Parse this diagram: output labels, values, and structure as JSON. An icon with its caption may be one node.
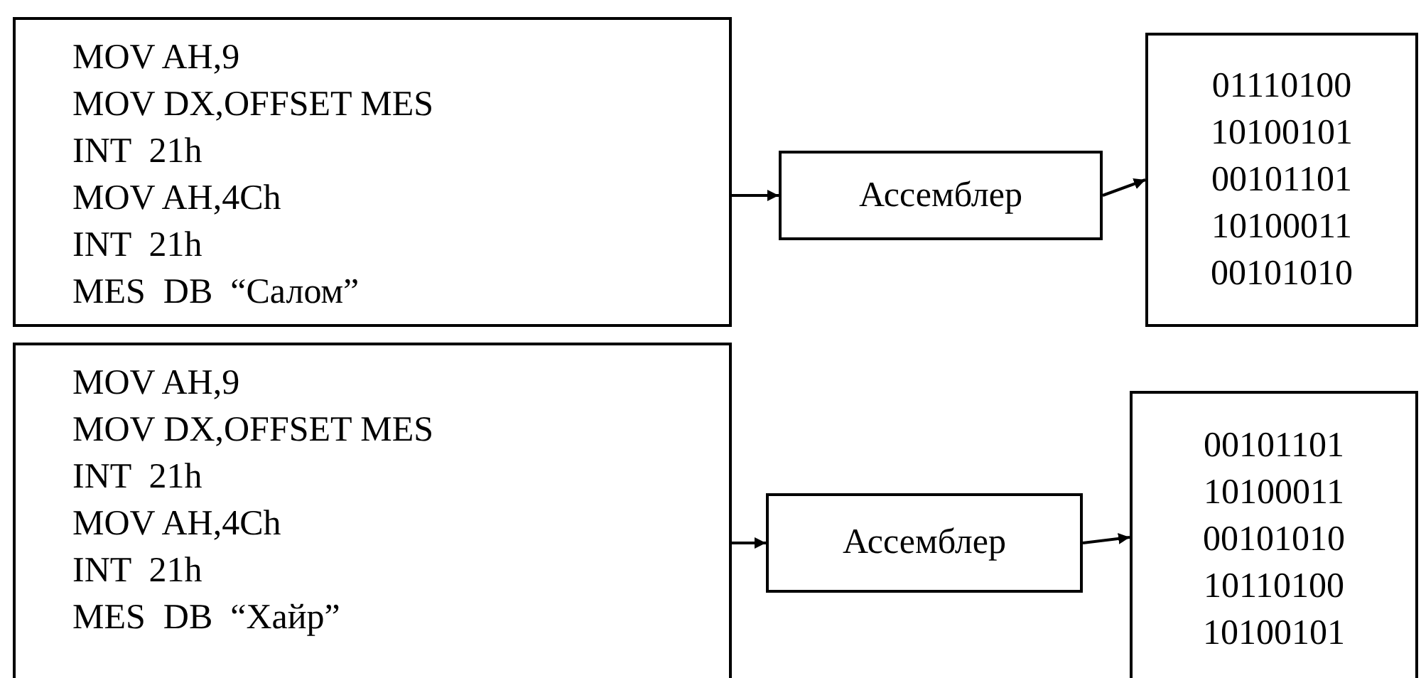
{
  "diagram": {
    "nodes": [
      {
        "text": [
          "MOV AH,9",
          "MOV DX,OFFSET MES",
          "INT  21h",
          "MOV AH,4Ch",
          "INT  21h",
          "MES  DB  “Салом”"
        ]
      },
      {
        "text": [
          "Ассемблер"
        ]
      },
      {
        "text": [
          "01110100",
          "10100101",
          "00101101",
          "10100011",
          "00101010"
        ]
      },
      {
        "text": [
          "MOV AH,9",
          "MOV DX,OFFSET MES",
          "INT  21h",
          "MOV AH,4Ch",
          "INT  21h",
          "MES  DB  “Хайр”"
        ]
      },
      {
        "text": [
          "Ассемблер"
        ]
      },
      {
        "text": [
          "00101101",
          "10100011",
          "00101010",
          "10110100",
          "10100101"
        ]
      }
    ],
    "edges": [
      {
        "from": 0,
        "to": 1,
        "arrow": "to"
      },
      {
        "from": 1,
        "to": 2,
        "arrow": "to"
      },
      {
        "from": 3,
        "to": 4,
        "arrow": "to"
      },
      {
        "from": 4,
        "to": 5,
        "arrow": "to"
      }
    ]
  }
}
